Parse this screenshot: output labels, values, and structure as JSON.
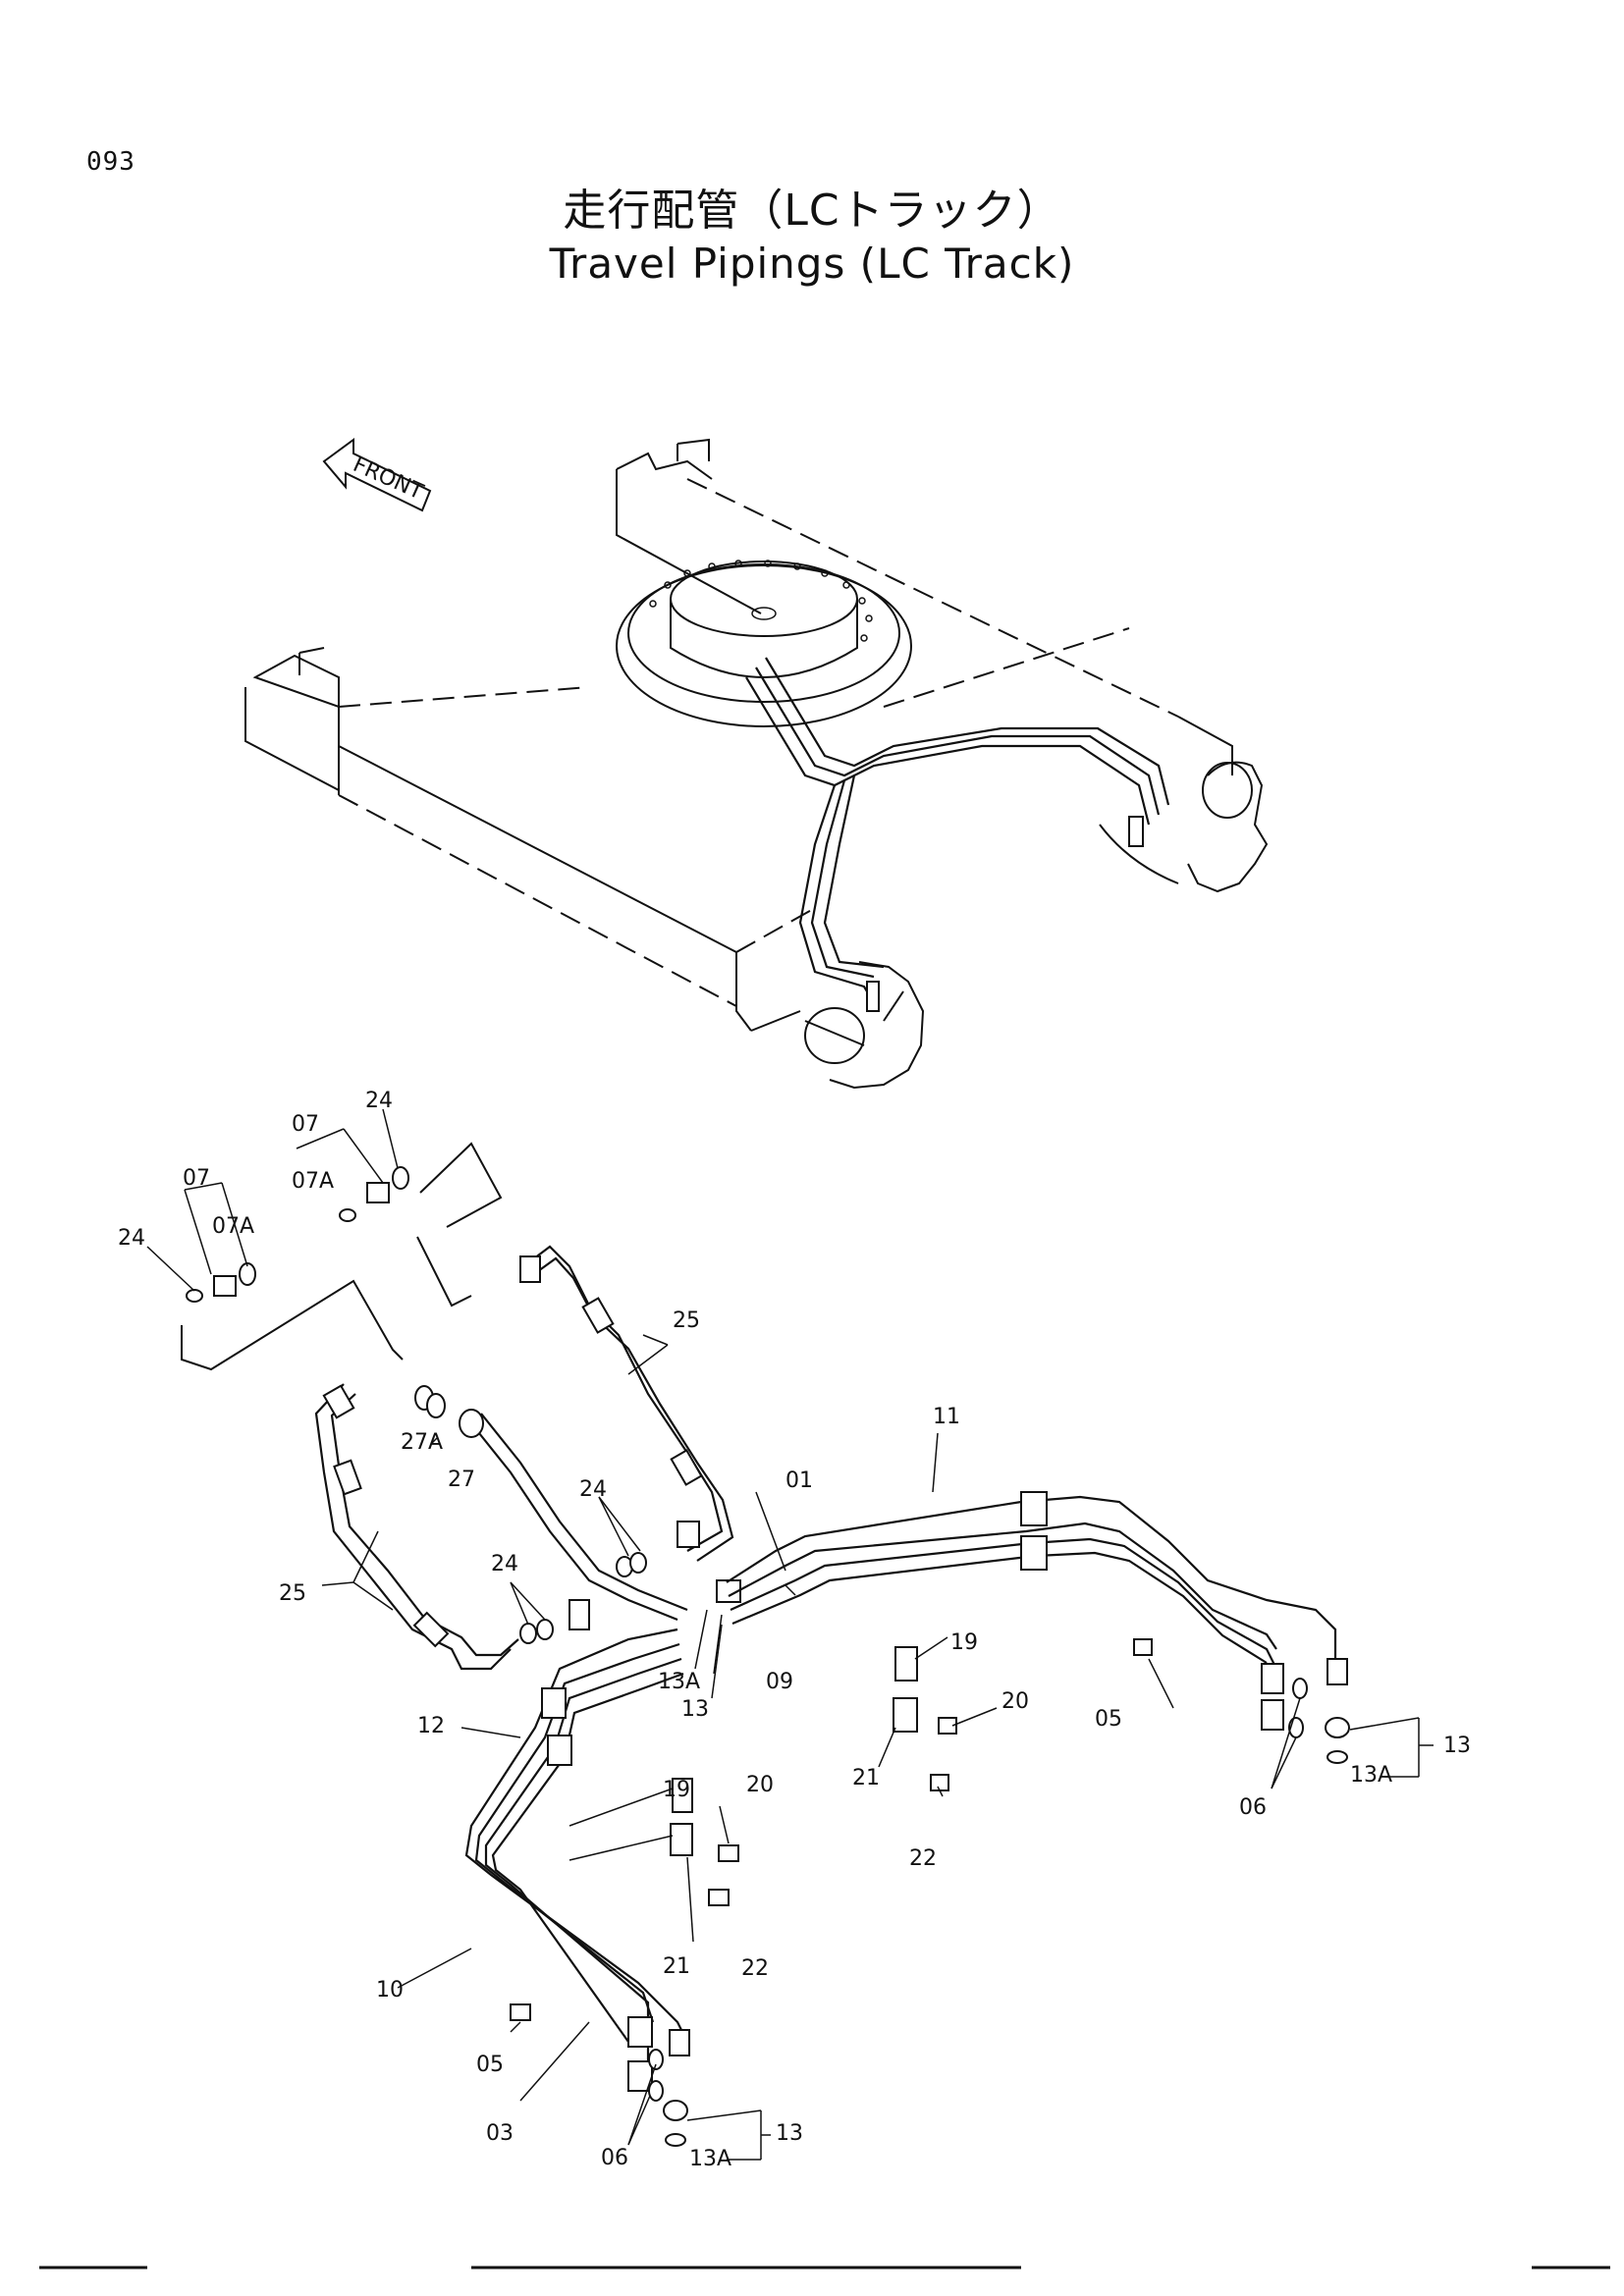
{
  "page_number": "093",
  "title_jp": "走行配管（LCトラック）",
  "title_en": "Travel Pipings (LC Track)",
  "front_label": "FRONT",
  "callouts": {
    "c01": "01",
    "c03": "03",
    "c05a": "05",
    "c05b": "05",
    "c06a": "06",
    "c06b": "06",
    "c07a": "07",
    "c07b": "07",
    "c07Aa": "07A",
    "c07Ab": "07A",
    "c09": "09",
    "c10": "10",
    "c11": "11",
    "c12": "12",
    "c13a": "13",
    "c13b": "13",
    "c13c": "13",
    "c13Aa": "13A",
    "c13Ab": "13A",
    "c13Ac": "13A",
    "c19a": "19",
    "c19b": "19",
    "c20a": "20",
    "c20b": "20",
    "c21a": "21",
    "c21b": "21",
    "c22a": "22",
    "c22b": "22",
    "c24a": "24",
    "c24b": "24",
    "c24c": "24",
    "c24d": "24",
    "c25a": "25",
    "c25b": "25",
    "c27": "27",
    "c27A": "27A"
  }
}
